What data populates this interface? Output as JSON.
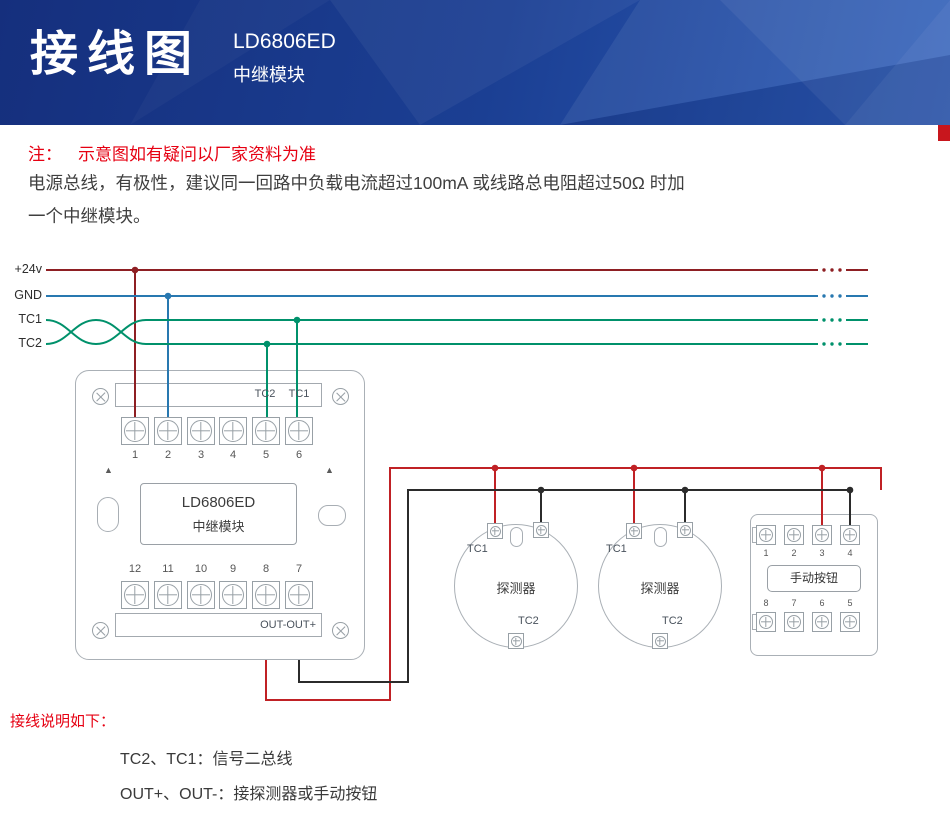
{
  "header": {
    "title": "接线图",
    "model": "LD6806ED",
    "model_subtitle": "中继模块",
    "banner_color": "#1b3f93",
    "accent_color": "#c8161d"
  },
  "notice": {
    "label": "注：",
    "text": "示意图如有疑问以厂家资料为准",
    "body_line1": "电源总线，有极性，建议同一回路中负载电流超过100mA 或线路总电阻超过50Ω 时加",
    "body_line2": "一个中继模块。"
  },
  "bus": {
    "labels": [
      "+24v",
      "GND",
      "TC1",
      "TC2"
    ],
    "colors": {
      "power": "#8e1f23",
      "ground": "#2878b0",
      "signal": "#00916b",
      "out_positive": "#c02125",
      "out_negative": "#2b2b2b"
    }
  },
  "module": {
    "terminal_tc2": "TC2",
    "terminal_tc1": "TC1",
    "top_numbers": [
      "1",
      "2",
      "3",
      "4",
      "5",
      "6"
    ],
    "name": "LD6806ED",
    "type": "中继模块",
    "bottom_numbers": [
      "12",
      "11",
      "10",
      "9",
      "8",
      "7"
    ],
    "bottom_label": "OUT-OUT+"
  },
  "detectors": [
    {
      "top_label": "TC1",
      "name": "探测器",
      "bottom_label": "TC2"
    },
    {
      "top_label": "TC1",
      "name": "探测器",
      "bottom_label": "TC2"
    }
  ],
  "manual_button": {
    "top_numbers": [
      "1",
      "2",
      "3",
      "4"
    ],
    "name": "手动按钮",
    "bottom_numbers": [
      "8",
      "7",
      "6",
      "5"
    ]
  },
  "legend": {
    "title": "接线说明如下：",
    "line1": "TC2、TC1：信号二总线",
    "line2": "OUT+、OUT-：接探测器或手动按钮"
  },
  "icons": {
    "triangle": "▲"
  }
}
